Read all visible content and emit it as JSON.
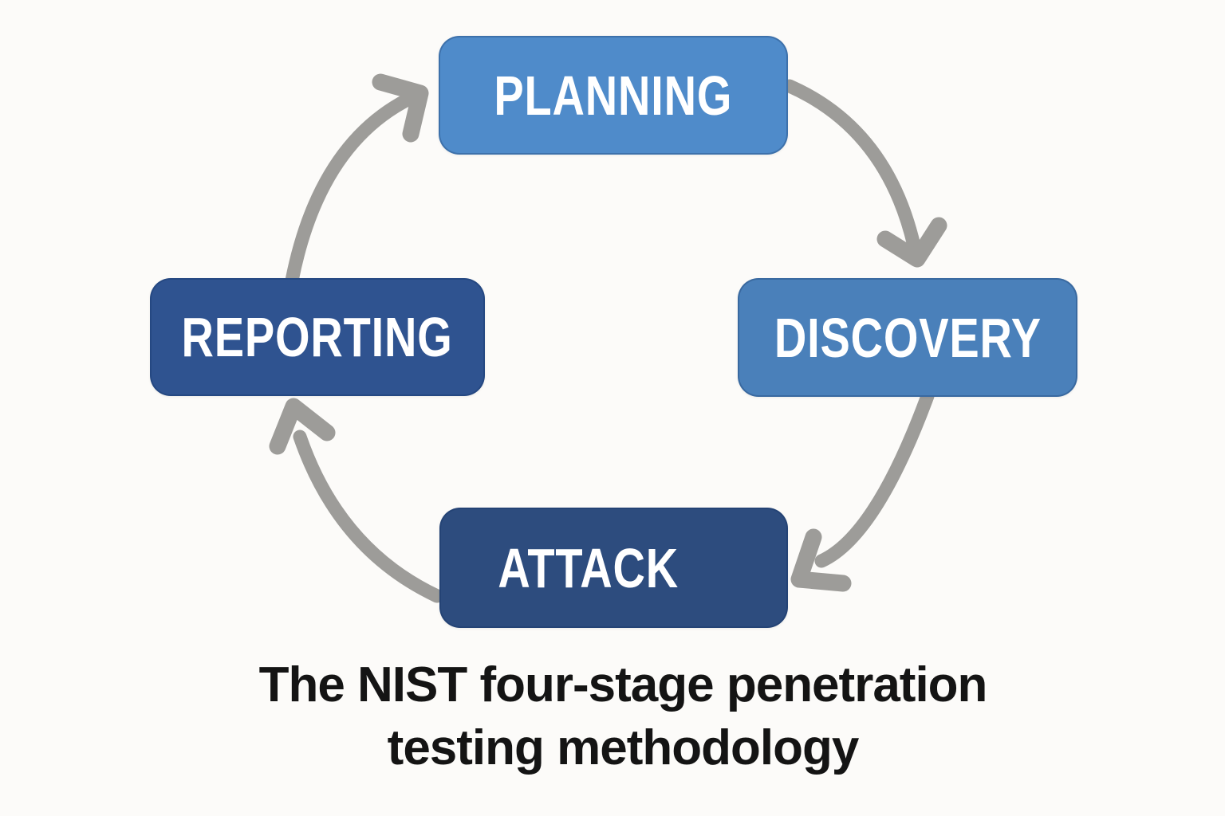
{
  "diagram": {
    "type": "cycle",
    "caption": "The NIST four-stage penetration testing methodology",
    "stages": [
      {
        "id": "planning",
        "label": "PLANNING",
        "color": "#4f8bca"
      },
      {
        "id": "discovery",
        "label": "DISCOVERY",
        "color": "#4a80ba"
      },
      {
        "id": "attack",
        "label": "ATTACK",
        "color": "#2d4c7e"
      },
      {
        "id": "reporting",
        "label": "REPORTING",
        "color": "#2f5390"
      }
    ],
    "arrows": [
      {
        "from": "planning",
        "to": "discovery"
      },
      {
        "from": "discovery",
        "to": "attack"
      },
      {
        "from": "attack",
        "to": "reporting"
      },
      {
        "from": "reporting",
        "to": "planning"
      }
    ],
    "colors": {
      "arrow": "#9d9c99",
      "background": "#fcfbf9",
      "stage_text": "#ffffff",
      "caption_text": "#141414"
    }
  }
}
